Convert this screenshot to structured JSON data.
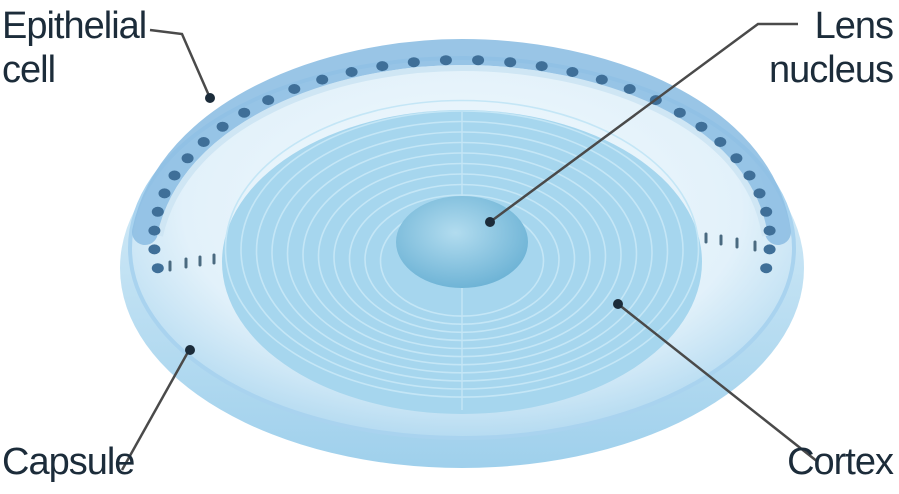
{
  "labels": {
    "epithelial_cell": [
      "Epithelial",
      "cell"
    ],
    "lens_nucleus": [
      "Lens",
      "nucleus"
    ],
    "capsule": "Capsule",
    "cortex": "Cortex"
  },
  "colors": {
    "capsule_outer": "#cfe6f4",
    "capsule_edge": "#a9d3ef",
    "epithelium": "#8ebfe3",
    "cortex": "#a6d6ee",
    "cortex_ring": "#c4e6f6",
    "nucleus": "#7fc0df",
    "leader_line": "#4a4a4a"
  }
}
